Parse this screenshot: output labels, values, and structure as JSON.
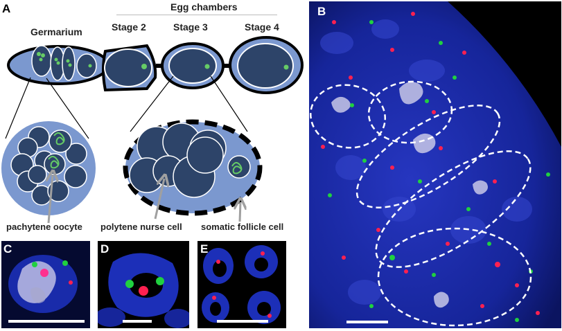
{
  "panel_letters": {
    "a": "A",
    "b": "B",
    "c": "C",
    "d": "D",
    "e": "E"
  },
  "schematic": {
    "group_title": "Egg chambers",
    "region_germarium": "Germarium",
    "stages": [
      "Stage 2",
      "Stage 3",
      "Stage 4"
    ],
    "callouts": {
      "pachytene": "pachytene oocyte",
      "nurse": "polytene nurse cell",
      "follicle": "somatic follicle cell"
    }
  },
  "colors": {
    "outline": "#000000",
    "follicle_fill": "#7b98cf",
    "nurse_fill": "#2d4469",
    "chromatin_green": "#66cc66",
    "arrow_gray": "#a0a0a0",
    "micro_blue": "#1c2fb8",
    "micro_red": "#ff2050",
    "micro_green": "#20d040"
  }
}
